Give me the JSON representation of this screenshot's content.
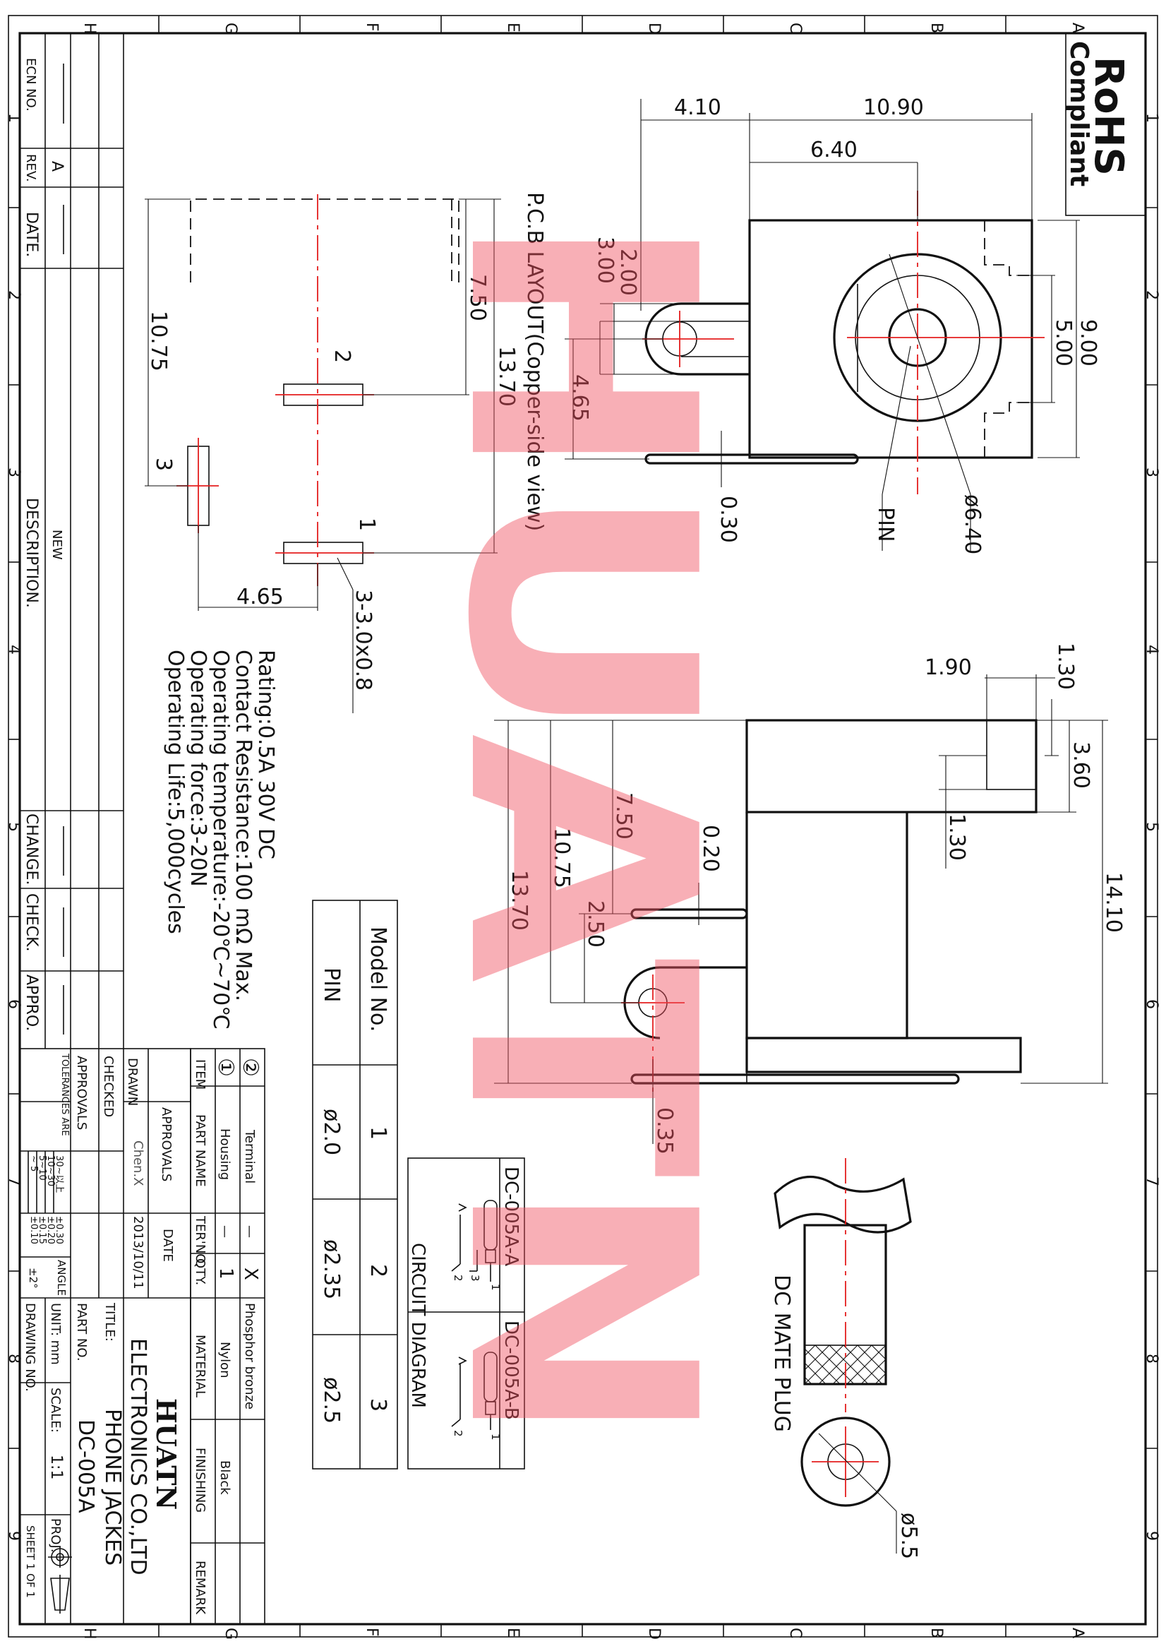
{
  "border": {
    "cols": [
      "1",
      "2",
      "3",
      "4",
      "5",
      "6",
      "7",
      "8",
      "9"
    ],
    "rows": [
      "A",
      "B",
      "C",
      "D",
      "E",
      "F",
      "G",
      "H"
    ]
  },
  "rohs": {
    "line1": "RoHS",
    "line2": "Compliant"
  },
  "watermark": "HUATN",
  "top_view": {
    "dims": [
      "4.10",
      "10.90",
      "6.40",
      "9.00",
      "5.00",
      "2.00",
      "3.00",
      "4.65",
      "0.30"
    ],
    "callouts": [
      "ø6.40",
      "PIN"
    ]
  },
  "pcb": {
    "title": "P.C.B  LAYOUT(Copper-side  view)",
    "dims": [
      "7.50",
      "13.70",
      "10.75",
      "4.65",
      "3-3.0x0.8"
    ],
    "pins": [
      "1",
      "2",
      "3"
    ]
  },
  "side_view": {
    "dims": [
      "1.90",
      "1.30",
      "3.60",
      "1.30",
      "14.10",
      "7.50",
      "10.75",
      "13.70",
      "0.20",
      "2.50",
      "0.35"
    ]
  },
  "mate_plug": {
    "title": "DC  MATE  PLUG",
    "dim": "ø5.5"
  },
  "specs": [
    "Rating:0.5A  30V  DC",
    "Contact  Resistance:100  mΩ  Max.",
    "Operating  temperature:-20℃~70℃",
    "Operating  force:3-20N",
    "Operating  Life:5,000cycles"
  ],
  "model_table": {
    "header": [
      "Model  No.",
      "1",
      "2",
      "3"
    ],
    "row": [
      "PIN",
      "ø2.0",
      "ø2.35",
      "ø2.5"
    ]
  },
  "circuit": {
    "title": "CIRCUIT  DIAGRAM",
    "a": "DC-005A-A",
    "b": "DC-005A-B",
    "a_pins": [
      "1",
      "3",
      "2"
    ],
    "b_pins": [
      "1",
      "2"
    ]
  },
  "bom": {
    "header": [
      "ITEM",
      "PART NAME",
      "TER'NO.",
      "QTY.",
      "MATERIAL",
      "FINISHING",
      "REMARK"
    ],
    "rows": [
      [
        "②",
        "Terminal",
        "—",
        "X",
        "Phosphor bronze",
        "",
        ""
      ],
      [
        "①",
        "Housing",
        "—",
        "1",
        "Nylon",
        "Black",
        ""
      ]
    ]
  },
  "title_block": {
    "approvals": "APPROVALS",
    "drawn": "DRAWN",
    "checked": "CHECKED",
    "approvals2": "APPROVALS",
    "date": "DATE",
    "drawer": "Chen.X",
    "drawn_date": "2013/10/11",
    "company_logo": "HUATN",
    "company": "ELECTRONICS  CO.,LTD",
    "title_label": "TITLE:",
    "title": "PHONE  JACKES",
    "part_label": "PART  NO.",
    "part_no": "DC-005A",
    "unit_label": "UNIT: mm",
    "scale_label": "SCALE:",
    "scale": "1:1",
    "proj_label": "PROJ.",
    "drawing_no_label": "DRAWING  NO.",
    "sheet": "SHEET   1  OF  1",
    "tolerances": "TOLERANCES  ARE",
    "tol_rows": [
      [
        "30~以上",
        "±0.30"
      ],
      [
        "10~30",
        "±0.20"
      ],
      [
        "5~10",
        "±0.15"
      ],
      [
        "~ 5",
        "±0.10"
      ]
    ],
    "angle_label": "ANGLE",
    "angle": "±2°"
  },
  "revision": {
    "ecn_label": "ECN  NO.",
    "rev_label": "REV.",
    "rev": "A",
    "date_label": "DATE.",
    "desc_label": "DESCRIPTION.",
    "desc": "NEW",
    "change_label": "CHANGE.",
    "check_label": "CHECK.",
    "appro_label": "APPRO."
  }
}
